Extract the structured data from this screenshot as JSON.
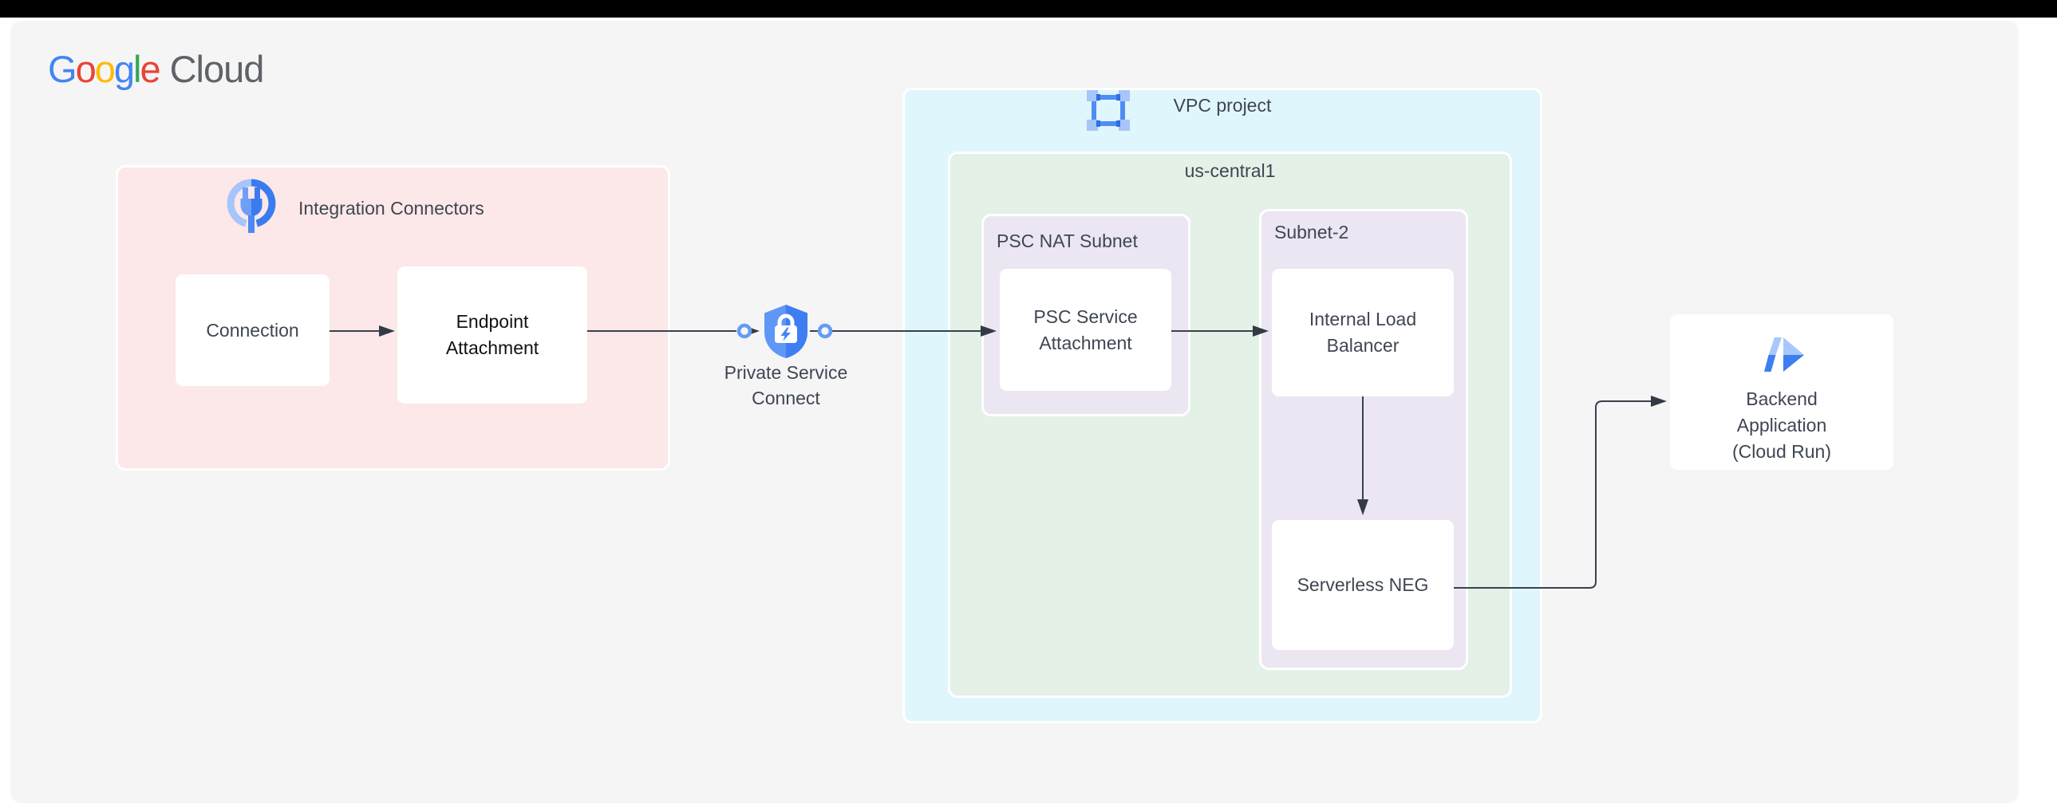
{
  "brand": {
    "letters": [
      {
        "ch": "G",
        "color": "#4285F4"
      },
      {
        "ch": "o",
        "color": "#EA4335"
      },
      {
        "ch": "o",
        "color": "#FBBC05"
      },
      {
        "ch": "g",
        "color": "#4285F4"
      },
      {
        "ch": "l",
        "color": "#34A853"
      },
      {
        "ch": "e",
        "color": "#EA4335"
      }
    ],
    "suffix": "Cloud"
  },
  "groups": {
    "integration_connectors": {
      "title": "Integration Connectors",
      "icon": "integration-connectors-icon",
      "bg": "#fce8e8"
    },
    "vpc_project": {
      "title": "VPC project",
      "icon": "vpc-icon",
      "bg": "#e0f6fd"
    },
    "region": {
      "title": "us-central1",
      "bg": "#e3f1e7"
    },
    "psc_nat_subnet": {
      "title": "PSC NAT Subnet",
      "bg": "#ece6f3"
    },
    "subnet_2": {
      "title": "Subnet-2",
      "bg": "#ece6f3"
    }
  },
  "nodes": {
    "connection": {
      "label": "Connection"
    },
    "endpoint_attachment": {
      "label": "Endpoint Attachment"
    },
    "private_service_connect": {
      "label": "Private Service Connect",
      "icon": "shield-lock-icon"
    },
    "psc_service_attachment": {
      "label": "PSC Service Attachment"
    },
    "internal_load_balancer": {
      "label": "Internal Load Balancer"
    },
    "serverless_neg": {
      "label": "Serverless NEG"
    },
    "backend_application": {
      "label": "Backend Application (Cloud Run)",
      "icon": "cloud-run-icon"
    }
  },
  "flow": [
    "Connection → Endpoint Attachment",
    "Endpoint Attachment → Private Service Connect",
    "Private Service Connect → PSC Service Attachment",
    "PSC Service Attachment → Internal Load Balancer",
    "Internal Load Balancer → Serverless NEG",
    "Serverless NEG → Backend Application (Cloud Run)"
  ],
  "style": {
    "canvas_bg": "#f5f5f6",
    "top_bar": "#000000",
    "line_color": "#3a414d",
    "text_color": "#3f4653",
    "emphasis_text_color": "#121212",
    "connector_dot_color": "#639cf6",
    "google_blue": "#4285F4",
    "google_light_blue": "#a8c7fa"
  }
}
